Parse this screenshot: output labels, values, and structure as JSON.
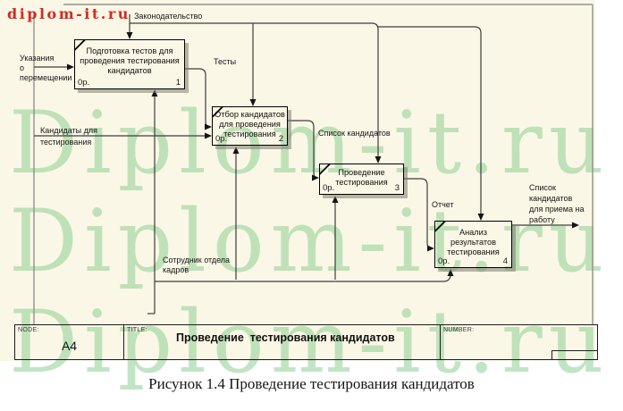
{
  "page": {
    "background": "#ffffff",
    "sheet_color": "#fbf7e7"
  },
  "watermark": {
    "red_text": "diplom-it.ru",
    "red_color": "#d22b22",
    "green_text": "Diplom-it.ru",
    "green_color": "rgba(132,203,138,0.5)"
  },
  "diagram": {
    "boxes": [
      {
        "label": "Подготовка тестов для\nпроведения тестирования\nкандидатов",
        "cost": "0р.",
        "number": "1"
      },
      {
        "label": "Отбор кандидатов\nдля проведения\nтестирования",
        "cost": "0р.",
        "number": "2"
      },
      {
        "label": "Проведение\nтестирования",
        "cost": "0р.",
        "number": "3"
      },
      {
        "label": "Анализ\nрезультатов\nтестирования",
        "cost": "0р.",
        "number": "4"
      }
    ],
    "labels": {
      "control": "Законодательство",
      "input_top": "Указания\nо\nперемещении",
      "input_bottom": "Кандидаты для\nтестирования",
      "flow_tests": "Тесты",
      "flow_candidates": "Список кандидатов",
      "flow_report": "Отчет",
      "output": "Список\nкандидатов\nдля приема на\nработу",
      "mechanism": "Сотрудник отдела\nкадров"
    }
  },
  "title_bar": {
    "node_label": "NODE:",
    "node_value": "A4",
    "title_label": "TITLE:",
    "title_value": "Проведение  тестирования кандидатов",
    "number_label": "NUMBER:"
  },
  "caption": "Рисунок 1.4 Проведение тестирования кандидатов"
}
